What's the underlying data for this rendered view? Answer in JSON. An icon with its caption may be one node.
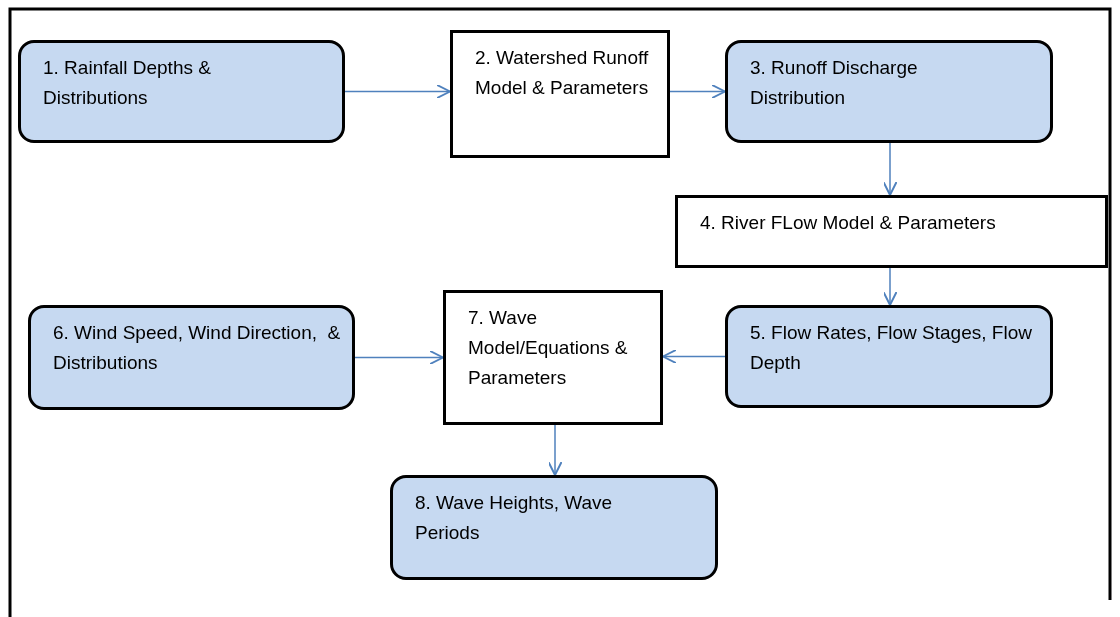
{
  "diagram": {
    "nodes": [
      {
        "text": [
          "1. Rainfall Depths & Distributions"
        ]
      },
      {
        "text": [
          "2. Watershed Runoff Model & Parameters"
        ]
      },
      {
        "text": [
          "3. Runoff Discharge Distribution"
        ]
      },
      {
        "text": [
          "4. River FLow Model & Parameters"
        ]
      },
      {
        "text": [
          "5. Flow Rates, Flow Stages, Flow Depth"
        ]
      },
      {
        "text": [
          "6. Wind Speed, Wind Direction,  & Distributions"
        ]
      },
      {
        "text": [
          "7. Wave Model/Equations & Parameters"
        ]
      },
      {
        "text": [
          "8. Wave Heights, Wave Periods"
        ]
      }
    ],
    "edges": [
      {
        "from": 0,
        "to": 1,
        "arrow": "to"
      },
      {
        "from": 1,
        "to": 2,
        "arrow": "to"
      },
      {
        "from": 2,
        "to": 3,
        "arrow": "to"
      },
      {
        "from": 3,
        "to": 4,
        "arrow": "to"
      },
      {
        "from": 4,
        "to": 6,
        "arrow": "to"
      },
      {
        "from": 5,
        "to": 6,
        "arrow": "to"
      },
      {
        "from": 6,
        "to": 7,
        "arrow": "to"
      }
    ]
  }
}
